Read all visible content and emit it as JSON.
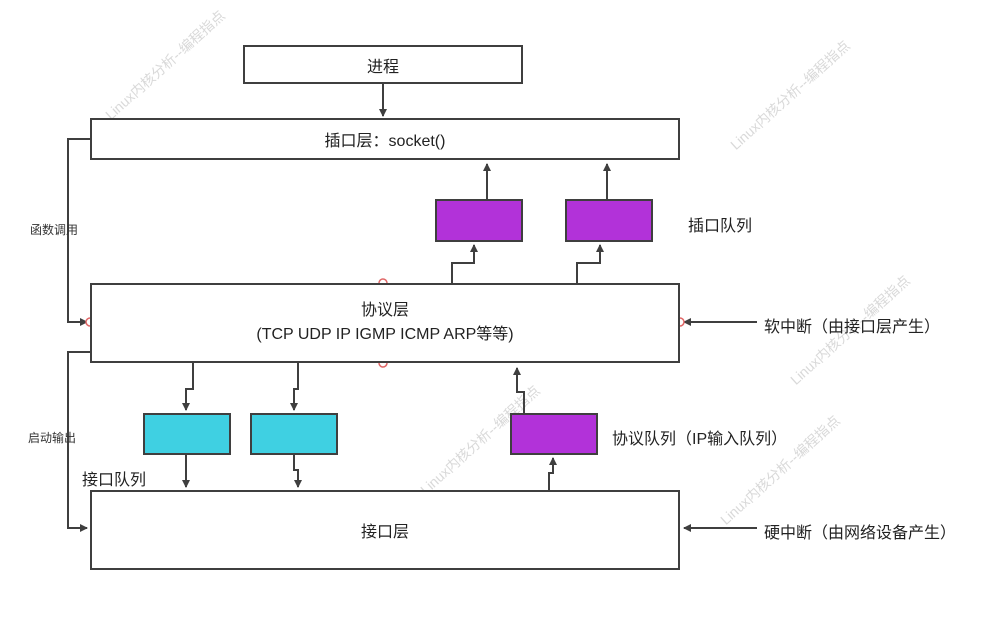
{
  "diagram": {
    "nodes": {
      "process": "进程",
      "socket_layer": "插口层：socket()",
      "protocol_layer_title": "协议层",
      "protocol_layer_subtitle": "(TCP UDP IP IGMP ICMP ARP等等)",
      "interface_layer": "接口层"
    },
    "queues": {
      "socket_queue_label": "插口队列",
      "protocol_queue_label": "协议队列（IP输入队列）",
      "interface_queue_label": "接口队列"
    },
    "edge_labels": {
      "function_call": "函数调用",
      "start_output": "启动输出",
      "soft_interrupt": "软中断（由接口层产生）",
      "hard_interrupt": "硬中断（由网络设备产生）"
    },
    "watermark": "Linux内核分析--编程指点",
    "colors": {
      "queue_purple": "#b232d9",
      "queue_cyan": "#3fd0e2",
      "line": "#3f3f3f",
      "handle": "#e06666",
      "watermark": "#d9d9d9"
    }
  }
}
